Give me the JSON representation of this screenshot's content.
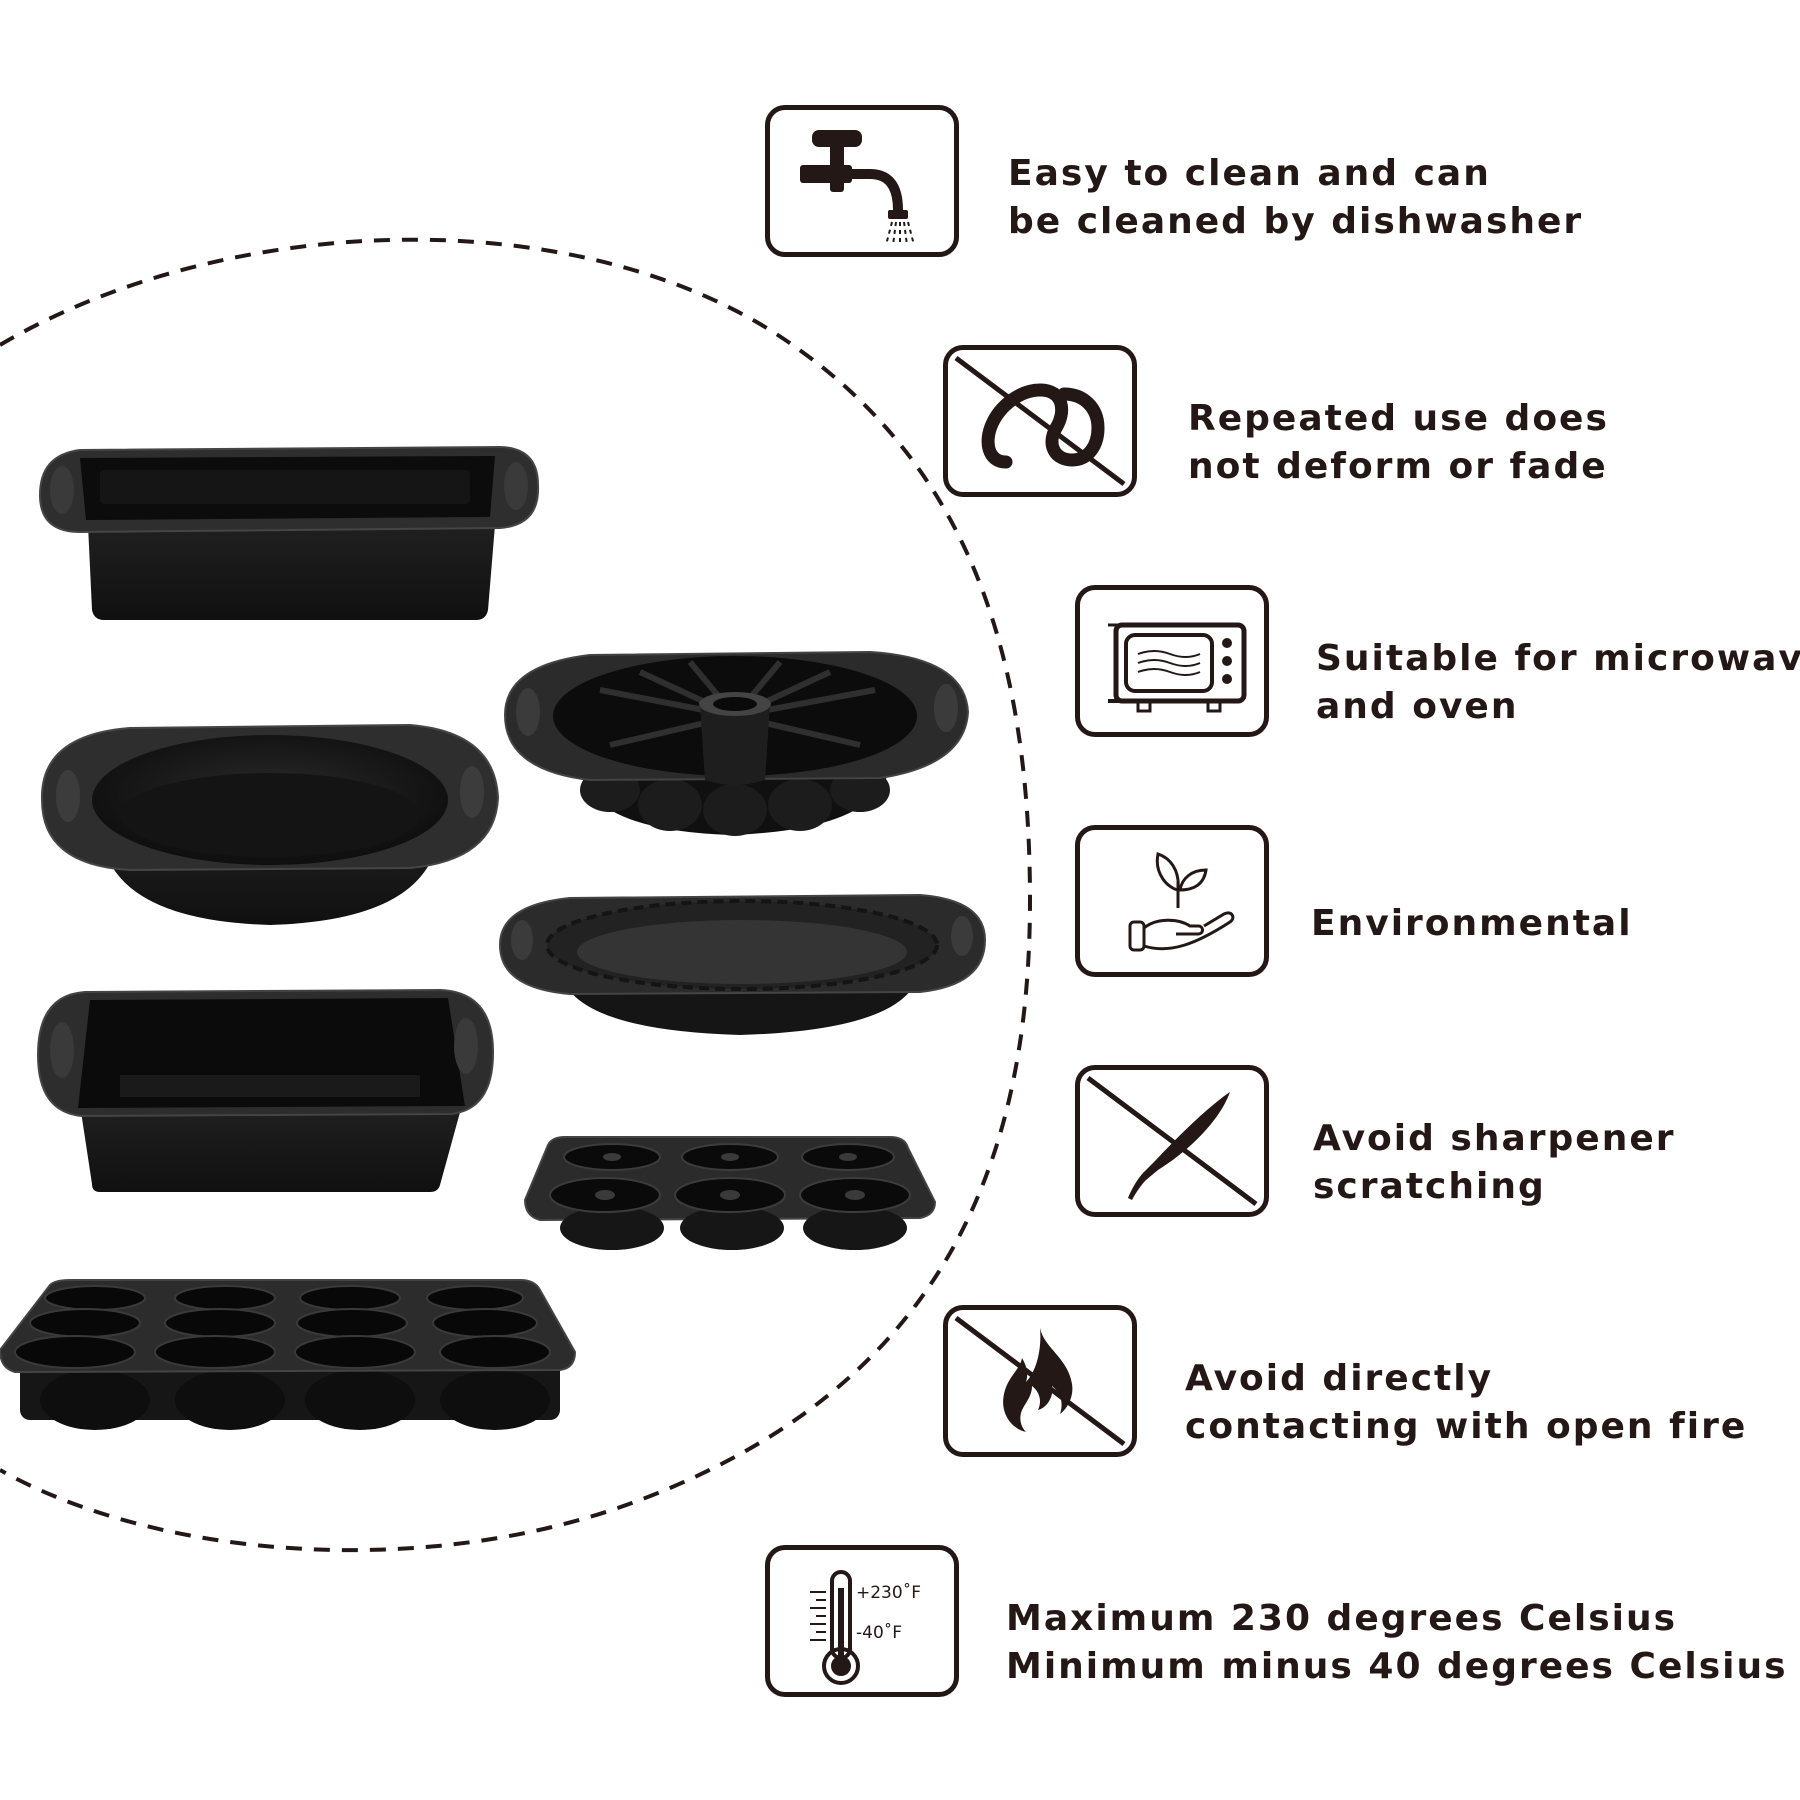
{
  "features": [
    {
      "id": "dishwasher",
      "icon": "faucet-icon",
      "lines": [
        "Easy to clean and can",
        "be cleaned by dishwasher"
      ]
    },
    {
      "id": "no-deform",
      "icon": "crossed-deform-icon",
      "lines": [
        "Repeated use does",
        "not deform or fade"
      ]
    },
    {
      "id": "microwave",
      "icon": "microwave-icon",
      "lines": [
        "Suitable for microwave",
        "and oven"
      ]
    },
    {
      "id": "environmental",
      "icon": "hand-plant-icon",
      "lines": [
        "Environmental"
      ]
    },
    {
      "id": "no-sharp",
      "icon": "crossed-knife-icon",
      "lines": [
        "Avoid sharpener",
        "scratching"
      ]
    },
    {
      "id": "no-fire",
      "icon": "crossed-fire-icon",
      "lines": [
        "Avoid directly",
        "contacting with open fire"
      ]
    },
    {
      "id": "temperature",
      "icon": "thermometer-icon",
      "lines": [
        "Maximum 230 degrees Celsius",
        "Minimum minus 40 degrees Celsius"
      ]
    }
  ],
  "thermometer": {
    "max_label": "+230˚F",
    "min_label": "-40˚F"
  },
  "products": [
    "loaf-pan",
    "round-cake-pan",
    "square-cake-pan",
    "muffin-pan-12",
    "bundt-pan",
    "tart-pan",
    "donut-pan-6"
  ],
  "colors": {
    "ink": "#231815",
    "silicone": "#1a1a1a",
    "silicone_rim": "#333333"
  }
}
